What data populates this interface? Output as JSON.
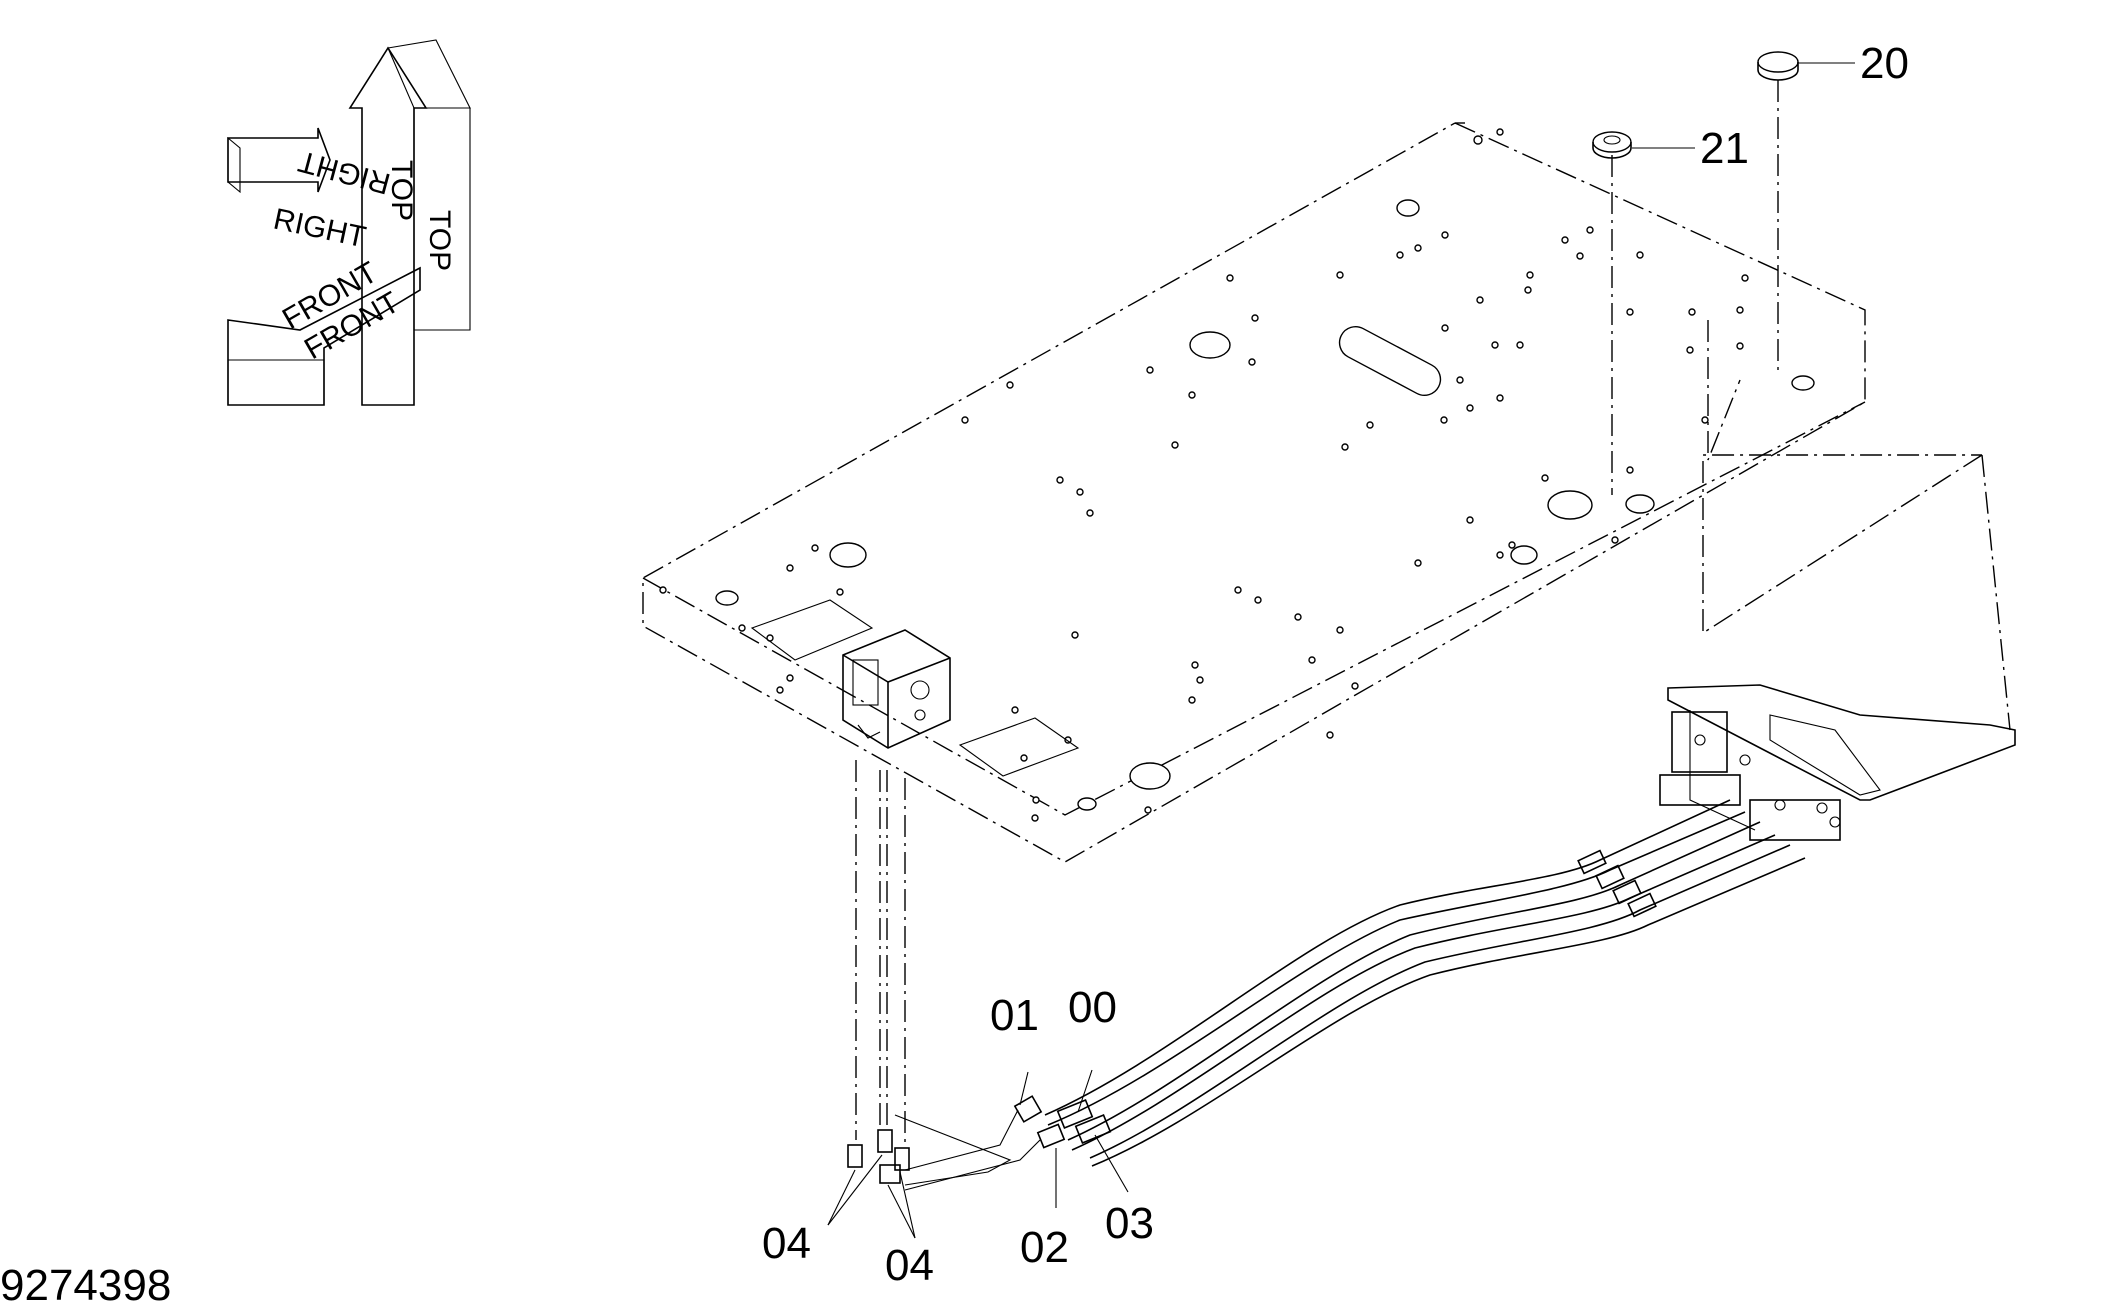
{
  "orientation": {
    "right_1": "RIGHT",
    "right_2": "RIGHT",
    "top_1": "TOP",
    "top_2": "TOP",
    "front_1": "FRONT",
    "front_2": "FRONT"
  },
  "callouts": {
    "c20": "20",
    "c21": "21",
    "c01": "01",
    "c00": "00",
    "c02": "02",
    "c03": "03",
    "c04a": "04",
    "c04b": "04"
  },
  "reference_number": "9274398"
}
